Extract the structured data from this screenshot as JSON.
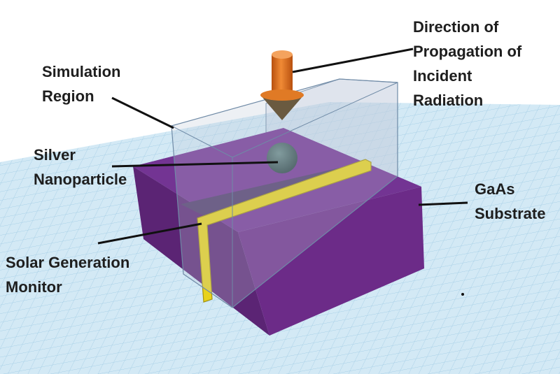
{
  "labels": {
    "direction": [
      "Direction of",
      "Propagation of",
      "Incident",
      "Radiation"
    ],
    "simulation": [
      "Simulation",
      "Region"
    ],
    "silver": [
      "Silver",
      "Nanoparticle"
    ],
    "substrate": [
      "GaAs",
      "Substrate"
    ],
    "monitor": [
      "Solar Generation",
      "Monitor"
    ]
  },
  "colors": {
    "grid": "#cfe6f3",
    "substrate": "#6a2a86",
    "arrow": "#e0701c",
    "monitor": "#e8d21a",
    "sphere": "#3f5e5e"
  }
}
